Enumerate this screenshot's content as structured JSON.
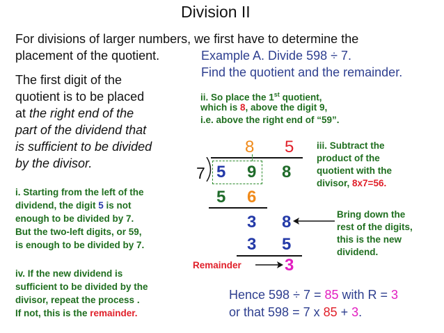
{
  "title": "Division II",
  "intro": {
    "line1": "For divisions of larger numbers, we first have to determine the",
    "line2": "placement of the quotient."
  },
  "example": {
    "line1": "Example A. Divide 598 ÷ 7.",
    "line2": "Find the quotient and the remainder."
  },
  "rule": {
    "line1": "The first digit of the",
    "line2": "quotient is to be placed",
    "line3_a": "at ",
    "line3_b": "the right end of the",
    "line4": "part of the dividend that",
    "line5": "is sufficient to be divided",
    "line6": "by the divisor."
  },
  "step_ii": {
    "line1_a": "ii. So place the 1",
    "line1_sup": "st",
    "line1_b": " quotient,",
    "line2_a": "which is ",
    "line2_num": "8",
    "line2_b": ", above the digit 9,",
    "line3": "i.e. above the right end of “59”."
  },
  "step_i": {
    "line1": "i. Starting from the left of the",
    "line2_a": "dividend, the digit ",
    "line2_num": "5",
    "line2_b": " is not",
    "line3": "enough to be divided by 7.",
    "line4": "But the two-left digits, or 59,",
    "line5": "is enough to be divided by 7."
  },
  "step_iii": {
    "line1": "iii. Subtract the",
    "line2": "product of the",
    "line3": "quotient with the",
    "line4_a": "divisor, ",
    "line4_b": "8x7=56."
  },
  "bring_down": {
    "line1": "Bring down the",
    "line2": "rest of the digits,",
    "line3": "this is the new",
    "line4": "dividend."
  },
  "step_iv": {
    "line1": "iv. If the new dividend is",
    "line2": "sufficient to be divided by the",
    "line3": "divisor, repeat the process .",
    "line4_a": "If not, this is the ",
    "line4_b": "remainder."
  },
  "remainder_label": "Remainder",
  "division": {
    "quotient": [
      "8",
      "5"
    ],
    "divisor": "7",
    "dividend": [
      "5",
      "9",
      "8"
    ],
    "product1": [
      "5",
      "6"
    ],
    "new_dividend": [
      "3",
      "8"
    ],
    "product2": [
      "3",
      "5"
    ],
    "remainder": "3"
  },
  "conclusion": {
    "line1_a": "Hence 598 ÷ 7 = ",
    "line1_q": "85",
    "line1_b": " with R = ",
    "line1_r": "3",
    "line2_a": "or that 598 = 7 x ",
    "line2_q": "85",
    "line2_b": " + ",
    "line2_r": "3",
    "line2_c": "."
  },
  "colors": {
    "green_note": "#1f6e1f",
    "red": "#e0202a",
    "magenta": "#e21ec0",
    "orange": "#f08a1a",
    "blue_text": "#2e3f8f",
    "dark_blue": "#243aa8",
    "dark_green": "#1f6b2a"
  }
}
